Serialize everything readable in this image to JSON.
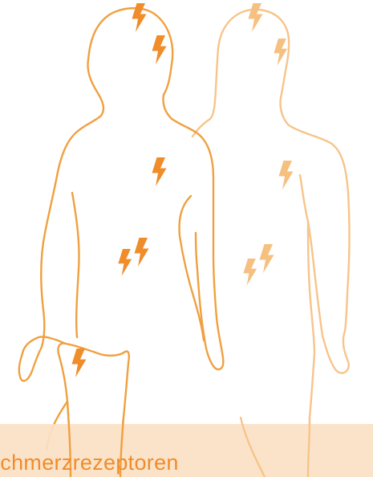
{
  "caption": "Schmerzrezeptoren",
  "colors": {
    "front_figure": "#f0a040",
    "back_figure": "#f7c48a",
    "bolt_front": "#f08c2a",
    "bolt_back": "#f5c080",
    "caption_band": "#fbe1c5",
    "caption_text": "#f08c2a"
  },
  "icons": {
    "pain_marker": "lightning-bolt-icon",
    "figure_front": "female-silhouette",
    "figure_back": "male-silhouette"
  }
}
